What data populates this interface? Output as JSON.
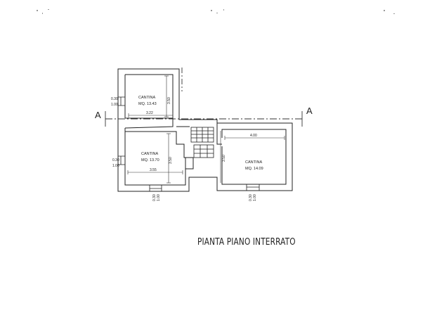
{
  "plan_title": "PIANTA PIANO INTERRATO",
  "section_line": {
    "label_left": "A",
    "label_right": "A"
  },
  "rooms": [
    {
      "id": "room-1",
      "name": "CANTINA",
      "area": "MQ. 13.43",
      "width": "3.22",
      "height": "3.50"
    },
    {
      "id": "room-2",
      "name": "CANTINA",
      "area": "MQ. 13.70",
      "width": "3.55",
      "height": "3.50"
    },
    {
      "id": "room-3",
      "name": "CANTINA",
      "area": "MQ. 14.09",
      "width": "4.00",
      "height": "3.50"
    }
  ],
  "openings": [
    {
      "top": "0.30",
      "bottom": "1.00"
    },
    {
      "top": "0.30",
      "bottom": "1.00"
    },
    {
      "top": "0.30",
      "bottom": "1.00"
    },
    {
      "top": "0.30",
      "bottom": "1.00"
    }
  ],
  "colors": {
    "ink": "#222222",
    "wall_fill": "#ffffff",
    "paper": "#ffffff"
  }
}
